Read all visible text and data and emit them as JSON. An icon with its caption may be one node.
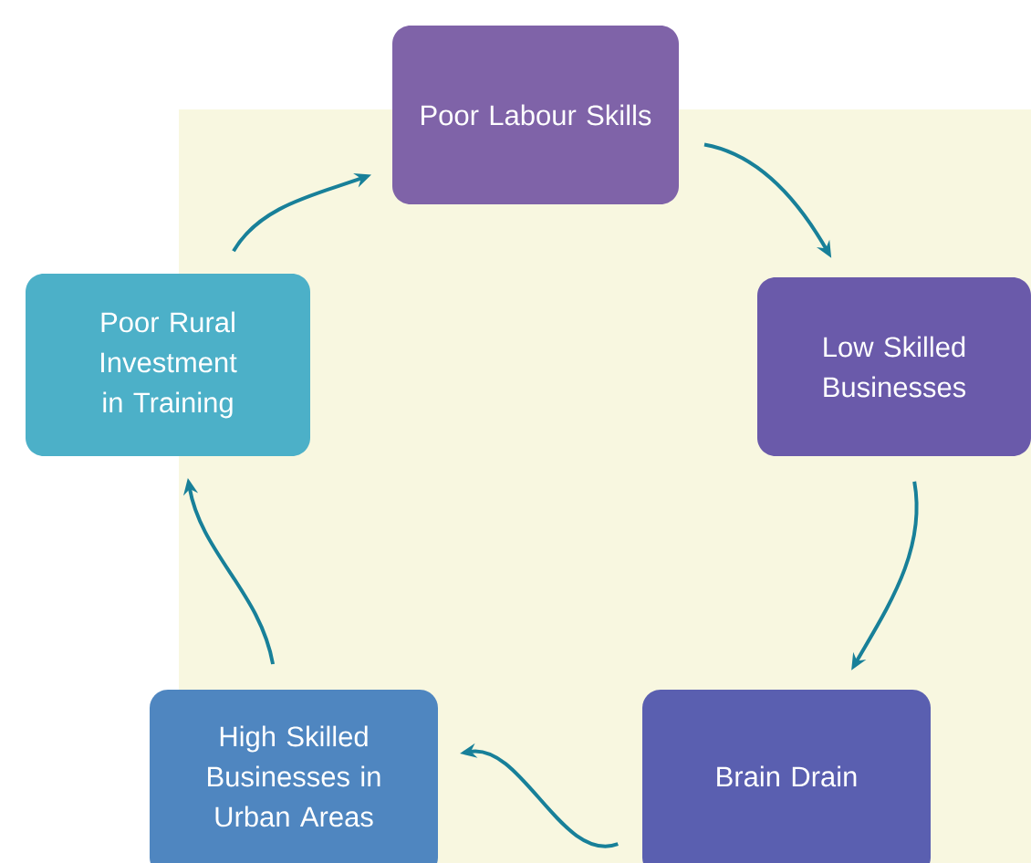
{
  "diagram": {
    "nodes": [
      {
        "text": [
          "Poor Labour Skills"
        ]
      },
      {
        "text": [
          "Low Skilled Businesses"
        ]
      },
      {
        "text": [
          "Brain Drain"
        ]
      },
      {
        "text": [
          "High Skilled Businesses in Urban Areas"
        ]
      },
      {
        "text": [
          "Poor Rural Investment in Training"
        ]
      }
    ],
    "edges": [
      {
        "from": 0,
        "to": 1,
        "arrow": "to"
      },
      {
        "from": 1,
        "to": 2,
        "arrow": "to"
      },
      {
        "from": 2,
        "to": 3,
        "arrow": "to"
      },
      {
        "from": 3,
        "to": 4,
        "arrow": "to"
      },
      {
        "from": 4,
        "to": 0,
        "arrow": "to"
      }
    ]
  }
}
